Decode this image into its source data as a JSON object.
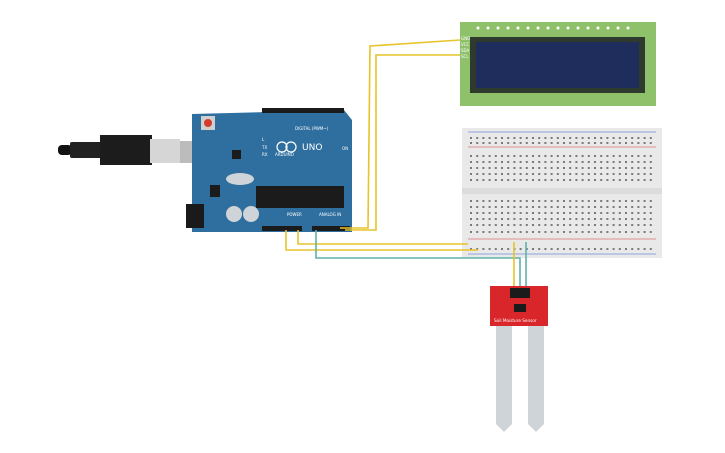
{
  "arduino": {
    "logo_text": "ARDUINO",
    "model": "UNO",
    "digital_label": "DIGITAL (PWM~)",
    "power_label": "POWER",
    "analog_label": "ANALOG IN",
    "on_label": "ON",
    "tx_label": "TX",
    "rx_label": "RX",
    "l_label": "L"
  },
  "lcd": {
    "pins": [
      "GND",
      "VCC",
      "SDA",
      "SCL"
    ]
  },
  "sensor": {
    "label": "Soil Moisture Sensor"
  },
  "colors": {
    "arduino_board": "#2f6f9f",
    "lcd_board": "#8fc06a",
    "lcd_screen": "#1f2d5c",
    "sensor_board": "#d9262b",
    "wire_yellow": "#e6c42a",
    "wire_teal": "#5fb3a8",
    "breadboard": "#e9e9e9"
  }
}
